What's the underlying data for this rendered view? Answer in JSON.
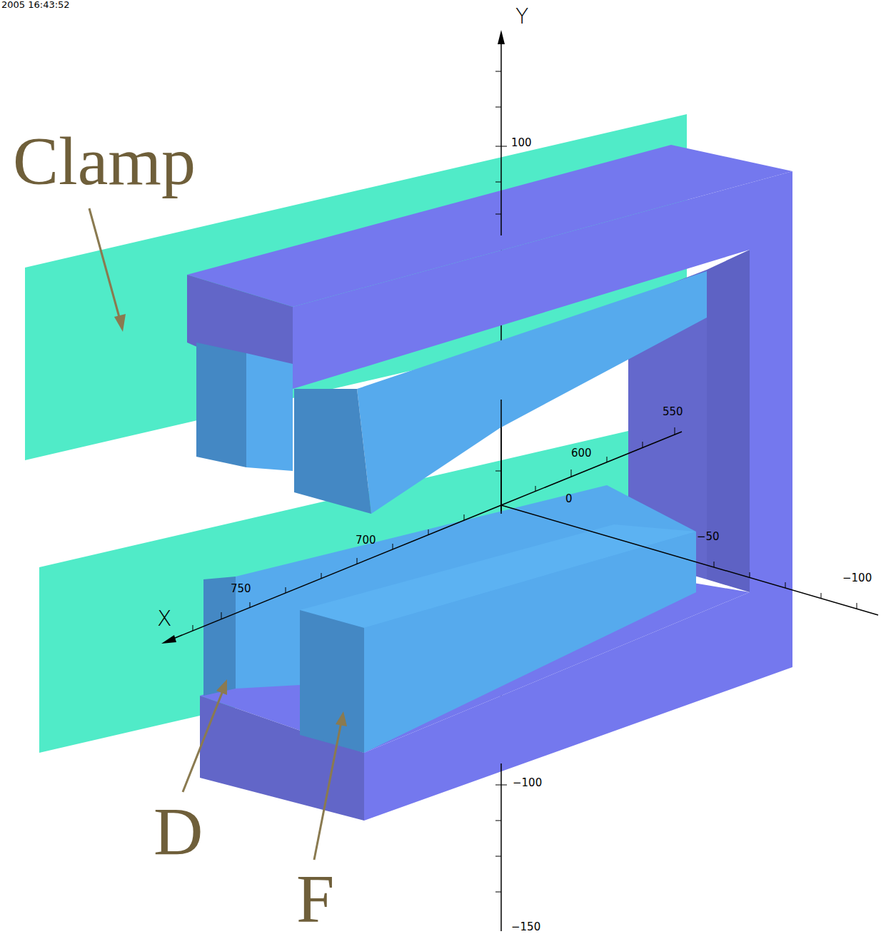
{
  "diagram": {
    "labels": [
      "2005 16:43:52",
      "Clamp",
      "D",
      "F",
      "Y",
      "X",
      "100",
      "550",
      "600",
      "0",
      "700",
      "−50",
      "750",
      "−100",
      "−100",
      "−150"
    ]
  }
}
